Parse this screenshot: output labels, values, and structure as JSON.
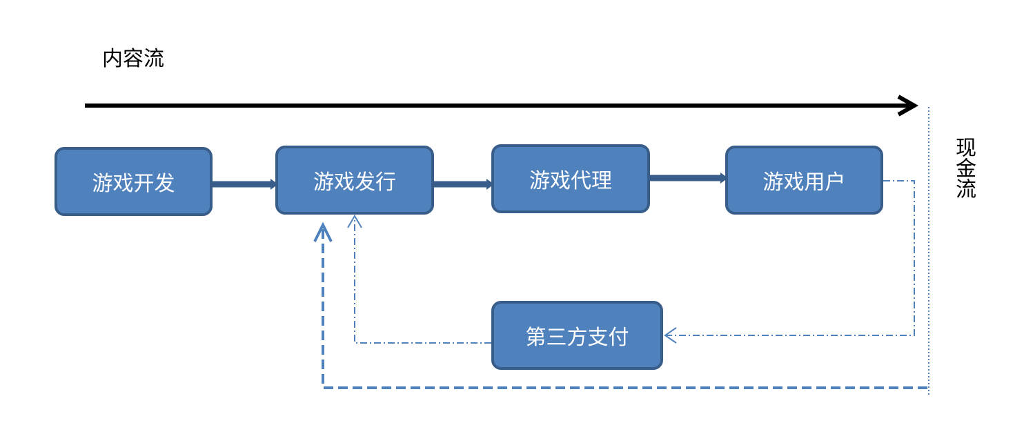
{
  "labels": {
    "content_flow": "内容流",
    "cash_flow": "现金流"
  },
  "nodes": {
    "dev": "游戏开发",
    "publish": "游戏发行",
    "agent": "游戏代理",
    "user": "游戏用户",
    "payment": "第三方支付"
  },
  "colors": {
    "node_fill": "#4f81bd",
    "node_border": "#385d8a",
    "content_arrow": "#000000",
    "cash_arrow": "#4f81bd"
  }
}
